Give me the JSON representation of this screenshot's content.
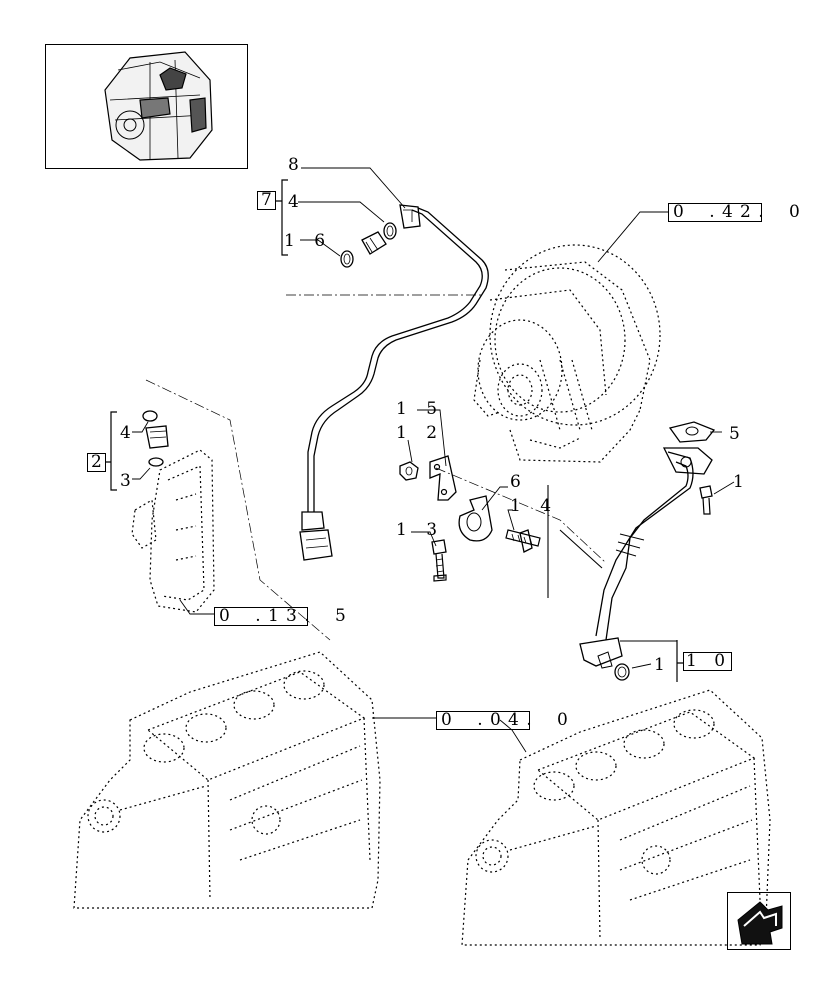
{
  "refs": {
    "r8": "8",
    "r7": "7",
    "r4a": "4",
    "r16": "1 6",
    "r2": "2",
    "r4b": "4",
    "r3": "3",
    "r15": "1 5",
    "r12": "1 2",
    "r13": "1 3",
    "r6": "6",
    "r14": "1 4",
    "r5": "5",
    "r1a": "1",
    "r1b": "1",
    "r10": "1 0"
  },
  "cross_refs": {
    "turbo": {
      "boxed": "0 . 2",
      "trail": "4 . 0"
    },
    "pump": {
      "boxed": "0 . 3",
      "trail": "1 . 5"
    },
    "block": {
      "boxed": "0 . 4",
      "trail": "0 . 0"
    }
  },
  "icons": {
    "thumbnail": "engine-thumbnail-icon",
    "nav": "next-page-arrow-icon"
  }
}
